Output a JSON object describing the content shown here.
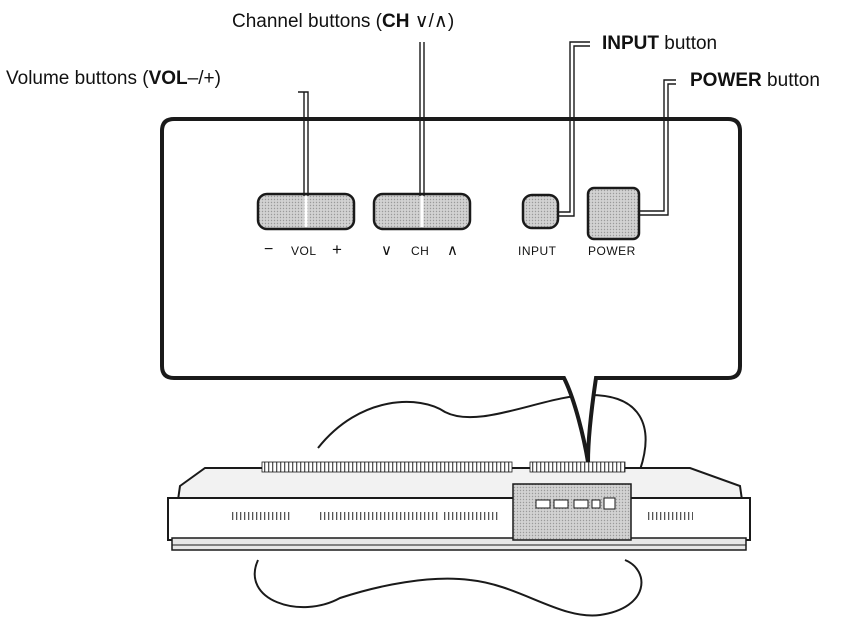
{
  "callouts": {
    "volume": {
      "prefix": "Volume buttons (",
      "bold": "VOL",
      "suffix": "–/+)"
    },
    "channel": {
      "prefix": "Channel buttons (",
      "bold": "CH",
      "suffix": " ∨/∧)"
    },
    "input": {
      "bold": "INPUT",
      "suffix": " button"
    },
    "power": {
      "bold": "POWER",
      "suffix": " button"
    }
  },
  "panel_labels": {
    "vol_minus": "−",
    "vol": "VOL",
    "vol_plus": "+",
    "ch_down": "∨",
    "ch": "CH",
    "ch_up": "∧",
    "input": "INPUT",
    "power": "POWER"
  },
  "colors": {
    "line": "#1a1a1a",
    "button_fill": "#c8c8c8",
    "panel_fill": "#ffffff"
  }
}
